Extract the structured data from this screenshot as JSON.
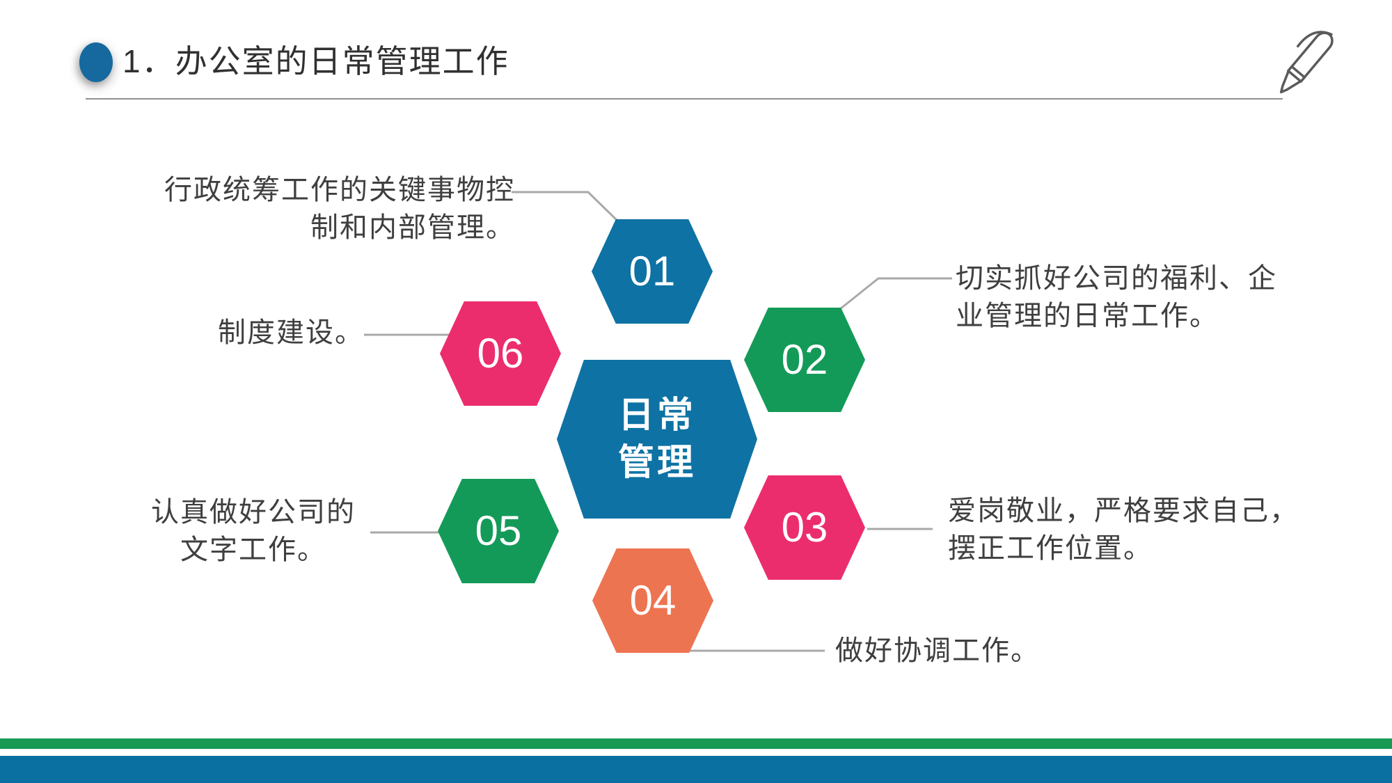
{
  "header": {
    "title": "1．办公室的日常管理工作",
    "bullet_color": "#15699f",
    "line_color": "#8f8f8f",
    "pen_icon_color": "#5a5a5a"
  },
  "diagram": {
    "center": {
      "lines": [
        "日常",
        "管理"
      ],
      "color": "#0e72a4"
    },
    "connector_color": "#a9a9a9",
    "nodes": [
      {
        "number": "01",
        "color": "#0e72a4",
        "lines": [
          "行政统筹工作的关键事物控",
          "制和内部管理。"
        ]
      },
      {
        "number": "02",
        "color": "#149a58",
        "lines": [
          "切实抓好公司的福利、企",
          "业管理的日常工作。"
        ]
      },
      {
        "number": "03",
        "color": "#ec2d6d",
        "lines": [
          "爱岗敬业，严格要求自己，",
          "摆正工作位置。"
        ]
      },
      {
        "number": "04",
        "color": "#ed7450",
        "lines": [
          "做好协调工作。"
        ]
      },
      {
        "number": "05",
        "color": "#149a58",
        "lines": [
          "认真做好公司的",
          "文字工作。"
        ]
      },
      {
        "number": "06",
        "color": "#ec2d6d",
        "lines": [
          "制度建设。"
        ]
      }
    ],
    "text_color": "#3f3f3f"
  },
  "footer": {
    "stripe_green": "#189a54",
    "stripe_blue": "#0a70a2"
  }
}
